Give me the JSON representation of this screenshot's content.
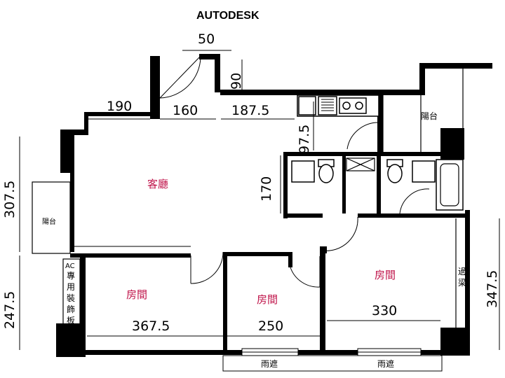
{
  "header": {
    "title": "AUTODESK"
  },
  "rooms": {
    "living": "客廳",
    "room_left": "房間",
    "room_mid": "房間",
    "room_right": "房間",
    "balcony_left": "陽台",
    "balcony_right": "陽台"
  },
  "notes": {
    "ac": [
      "AC",
      "專",
      "用",
      "裝",
      "飾",
      "板"
    ],
    "beam": [
      "過",
      "梁"
    ],
    "canopy_left": "雨遮",
    "canopy_right": "雨遮"
  },
  "dimensions": {
    "d50": "50",
    "d90": "90",
    "d190": "190",
    "d160": "160",
    "d187_5": "187.5",
    "d97_5": "97.5",
    "d170": "170",
    "d307_5": "307.5",
    "d247_5": "247.5",
    "d347_5": "347.5",
    "d367_5": "367.5",
    "d250": "250",
    "d330": "330"
  }
}
